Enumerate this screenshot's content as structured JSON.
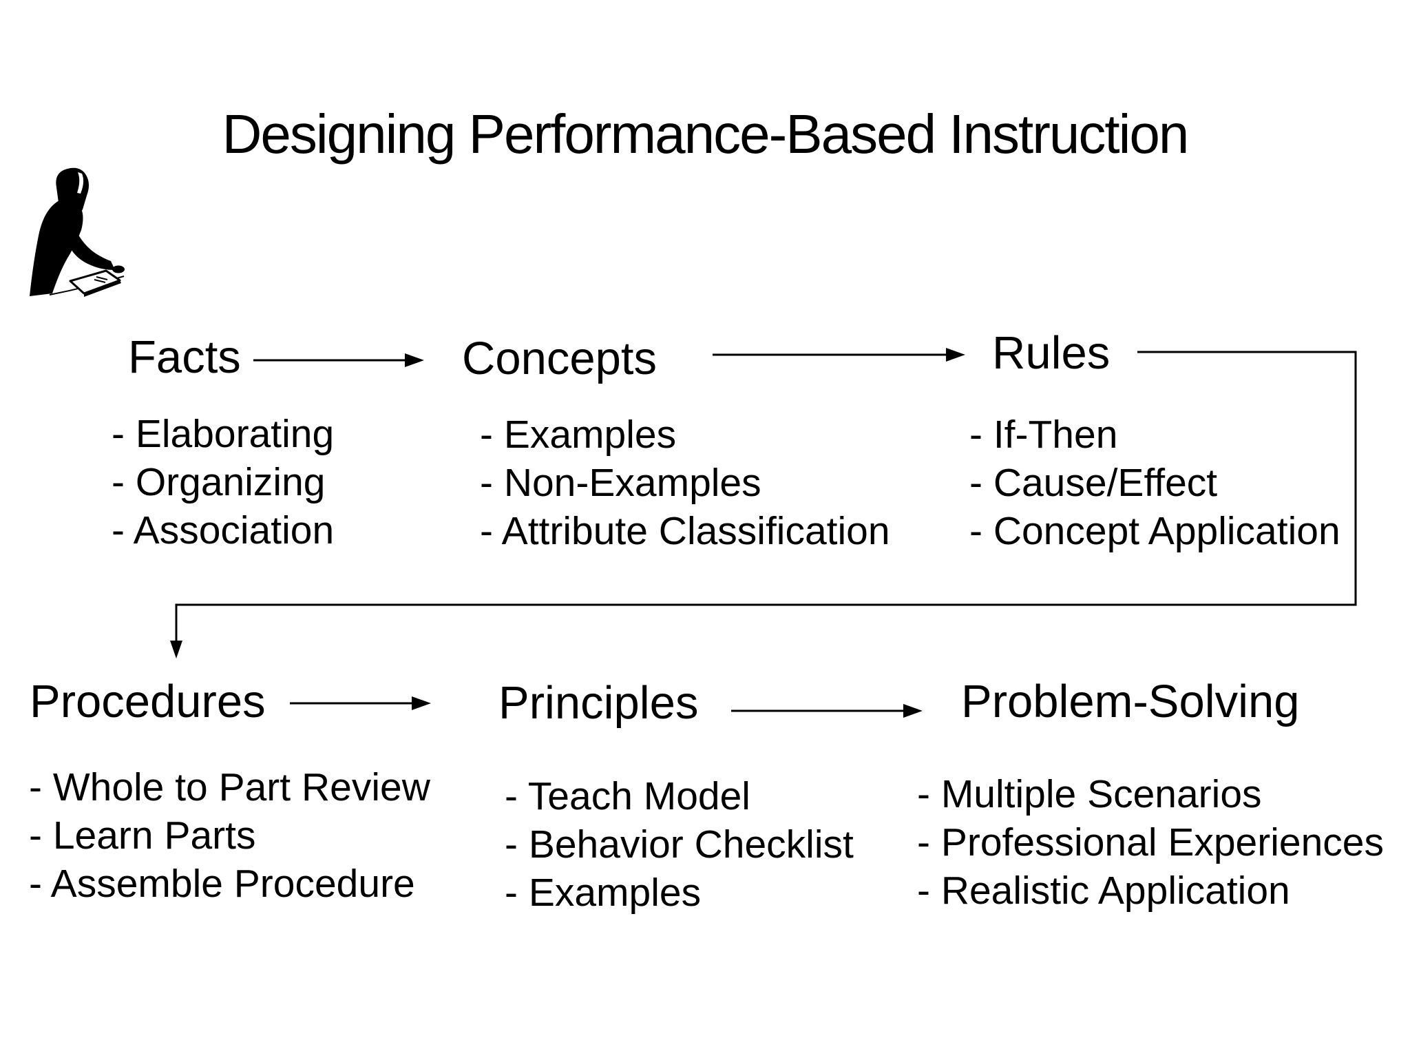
{
  "title": "Designing Performance-Based Instruction",
  "colors": {
    "background": "#ffffff",
    "foreground": "#000000"
  },
  "icons": {
    "person_at_desk": "person-at-desk-icon",
    "arrow_right": "arrow-right-icon",
    "arrow_down": "arrow-down-icon"
  },
  "sections": [
    {
      "heading": "Facts",
      "items": [
        "- Elaborating",
        "- Organizing",
        "- Association"
      ]
    },
    {
      "heading": "Concepts",
      "items": [
        "- Examples",
        "- Non-Examples",
        "- Attribute Classification"
      ]
    },
    {
      "heading": "Rules",
      "items": [
        "- If-Then",
        "- Cause/Effect",
        "- Concept Application"
      ]
    },
    {
      "heading": "Procedures",
      "items": [
        "- Whole to Part Review",
        "- Learn Parts",
        "- Assemble Procedure"
      ]
    },
    {
      "heading": "Principles",
      "items": [
        "- Teach Model",
        "- Behavior Checklist",
        "- Examples"
      ]
    },
    {
      "heading": "Problem-Solving",
      "items": [
        "- Multiple Scenarios",
        "- Professional Experiences",
        "- Realistic Application"
      ]
    }
  ]
}
